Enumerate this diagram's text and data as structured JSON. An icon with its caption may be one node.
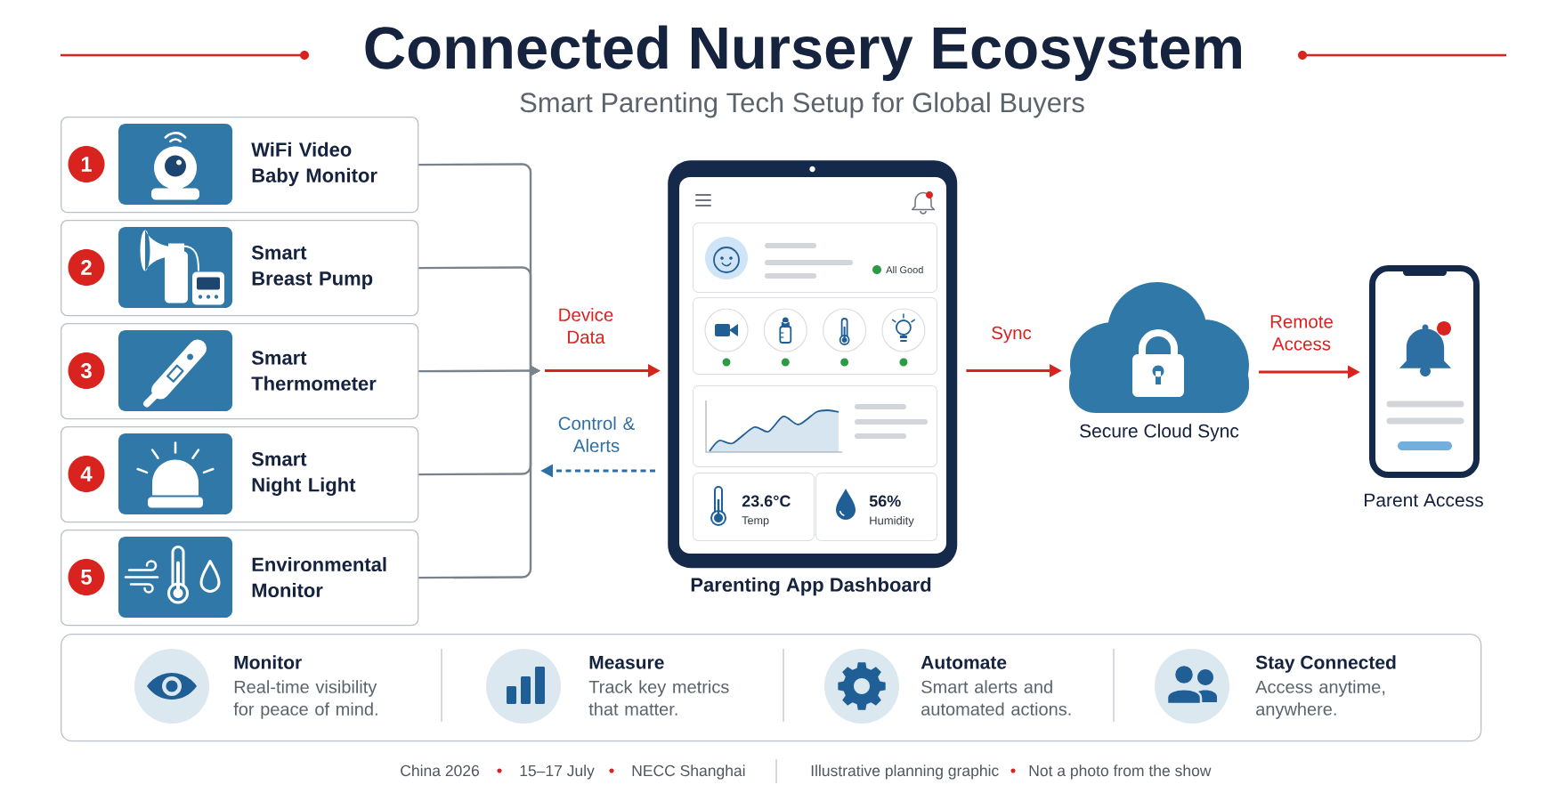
{
  "diagram": {
    "title": "Connected Nursery Ecosystem",
    "nodes": [
      {
        "text": [
          "WiFi Video Baby Monitor"
        ]
      },
      {
        "text": [
          "1"
        ],
        "in": 0
      },
      {
        "text": [
          "Smart Breast Pump"
        ]
      },
      {
        "text": [
          "2"
        ],
        "in": 2
      },
      {
        "text": [
          "Smart Thermometer"
        ]
      },
      {
        "text": [
          "3"
        ],
        "in": 4
      },
      {
        "text": [
          "Smart Night Light"
        ]
      },
      {
        "text": [
          "4"
        ],
        "in": 6
      },
      {
        "text": [
          "Environmental Monitor"
        ]
      },
      {
        "text": [
          "5"
        ],
        "in": 8
      },
      {
        "text": [],
        "shape": "tablet",
        "beside": [
          "Parenting App Dashboard"
        ]
      },
      {
        "text": [
          "All Good"
        ],
        "in": 10
      },
      {
        "text": [],
        "shape": "box",
        "in": 10
      },
      {
        "text": [],
        "shape": "box",
        "in": 10
      },
      {
        "text": [
          "23.6°C",
          "Temp"
        ],
        "in": 10
      },
      {
        "text": [
          "56%",
          "Humidity"
        ],
        "in": 10
      },
      {
        "text": [],
        "shape": "cloud",
        "beside": [
          "Secure Cloud Sync"
        ]
      },
      {
        "text": [],
        "shape": "phone",
        "beside": [
          "Parent Access"
        ]
      },
      {
        "text": [
          "Monitor",
          "Real-time visibility for peace of mind.",
          "Measure",
          "Track key metrics that matter.",
          "Automate",
          "Smart alerts and automated actions.",
          "Stay Connected",
          "Access anytime, anywhere."
        ]
      }
    ],
    "edges": [
      {
        "from": 0,
        "to": null,
        "arrow": "to"
      },
      {
        "from": 2,
        "to": null,
        "arrow": "to"
      },
      {
        "from": 4,
        "to": null,
        "arrow": "to"
      },
      {
        "from": 6,
        "to": null,
        "arrow": "to"
      },
      {
        "from": 8,
        "to": null,
        "arrow": "to"
      },
      {
        "from": null,
        "to": 10,
        "arrow": "to",
        "label": "Device Data",
        "color": "#d8231e"
      },
      {
        "from": 10,
        "to": null,
        "arrow": "to",
        "label": "Control & Alerts",
        "style": "dashed",
        "color": "#2e6ea6"
      },
      {
        "from": 10,
        "to": 16,
        "arrow": "to",
        "label": "Sync",
        "color": "#d8231e"
      },
      {
        "from": 16,
        "to": 17,
        "arrow": "to",
        "label": "Remote Access",
        "color": "#d8231e"
      }
    ],
    "labels": [
      "Smart Parenting Tech Setup for Global Buyers",
      "China 2026",
      "15–17 July",
      "NECC Shanghai",
      "Illustrative planning graphic",
      "Not a photo from the show"
    ]
  }
}
